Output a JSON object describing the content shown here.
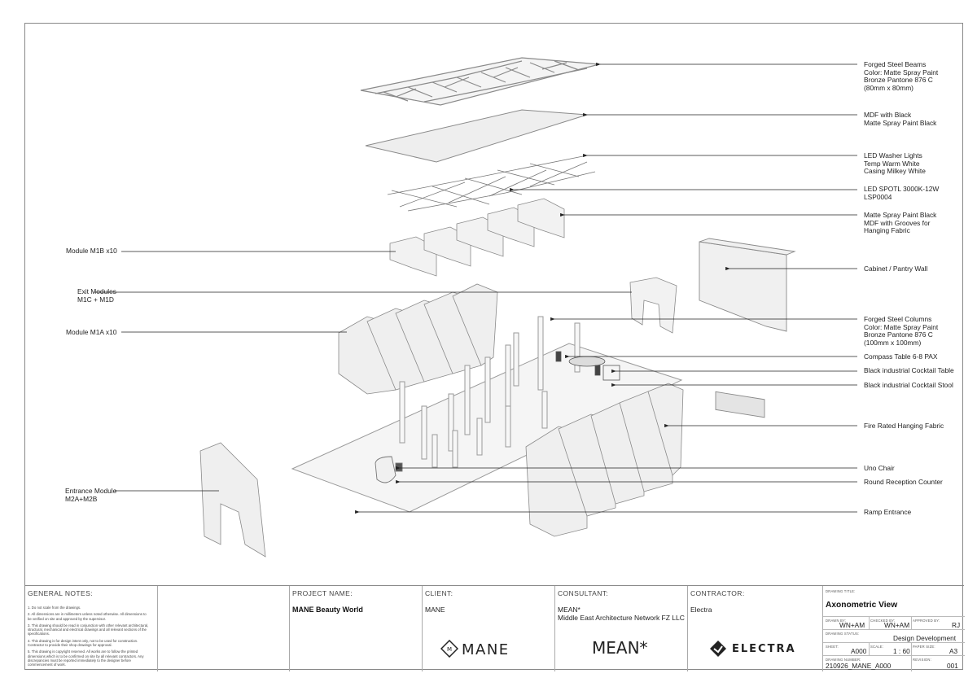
{
  "callouts_right": [
    {
      "text": "Forged Steel Beams\nColor: Matte Spray Paint\nBronze Pantone 876 C\n(80mm x 80mm)"
    },
    {
      "text": "MDF with Black\nMatte Spray Paint Black"
    },
    {
      "text": "LED Washer Lights\nTemp Warm White\nCasing Milkey White"
    },
    {
      "text": "LED SPOTL 3000K-12W\nLSP0004"
    },
    {
      "text": "Matte Spray Paint Black\nMDF with Grooves for\nHanging Fabric"
    },
    {
      "text": "Cabinet / Pantry Wall"
    },
    {
      "text": "Forged Steel Columns\nColor: Matte Spray Paint\nBronze Pantone 876 C\n(100mm x 100mm)"
    },
    {
      "text": "Compass Table 6-8 PAX"
    },
    {
      "text": "Black industrial Cocktail Table"
    },
    {
      "text": "Black industrial Cocktail Stool"
    },
    {
      "text": "Fire Rated Hanging Fabric"
    },
    {
      "text": "Uno Chair"
    },
    {
      "text": "Round Reception Counter"
    },
    {
      "text": "Ramp Entrance"
    }
  ],
  "callouts_left": [
    {
      "text": "Module M1B x10"
    },
    {
      "text": "Exit Modules\nM1C + M1D"
    },
    {
      "text": "Module M1A x10"
    },
    {
      "text": "Entrance Module\nM2A+M2B"
    }
  ],
  "titleblock": {
    "general_notes_head": "GENERAL NOTES:",
    "general_notes": [
      "1. Do not scale from the drawings.",
      "2. All dimensions are in millimeters unless noted otherwise. All dimensions to be verified on site and approved by the supervisor.",
      "3. This drawing should be read in conjunction with other relevant architectural, structural, mechanical and electrical drawings and all relevant sections of the specifications.",
      "4. This drawing is for design intent only, not to be used for construction. Contractor to provide their shop drawings for approval.",
      "5. This drawing is copyright reserved. All works are to follow the printed dimensions which is to be confirmed on site by all relevant contractors. Any discrepancies must be reported immediately to the designer before commencement of work."
    ],
    "project_head": "PROJECT NAME:",
    "project_value": "MANE Beauty World",
    "client_head": "CLIENT:",
    "client_value": "MANE",
    "client_logo_text": "MANE",
    "consultant_head": "CONSULTANT:",
    "consultant_value": "MEAN*\nMiddle East Architecture Network FZ LLC",
    "consultant_logo_text": "MEAN*",
    "contractor_head": "CONTRACTOR:",
    "contractor_value": "Electra",
    "contractor_logo_text": "ELECTRA",
    "drawing_title_head": "DRAWING TITLE:",
    "drawing_title": "Axonometric View",
    "drawn_by_head": "DRAWN BY:",
    "drawn_by": "WN+AM",
    "checked_by_head": "CHECKED BY:",
    "checked_by": "WN+AM",
    "approved_by_head": "APPROVED BY:",
    "approved_by": "RJ",
    "status_head": "DRAWING STATUS:",
    "status": "Design Development",
    "sheet_head": "SHEET:",
    "sheet": "A000",
    "scale_head": "SCALE:",
    "scale": "1 : 60",
    "paper_head": "PAPER SIZE:",
    "paper": "A3",
    "number_head": "DRAWING NUMBER:",
    "number": "210926_MANE_A000",
    "revision_head": "REVISION:",
    "revision": "001"
  },
  "colors": {
    "line": "#222222",
    "frame": "#888888",
    "model_fill": "#f2f2f2",
    "model_stroke": "#9a9a9a"
  }
}
